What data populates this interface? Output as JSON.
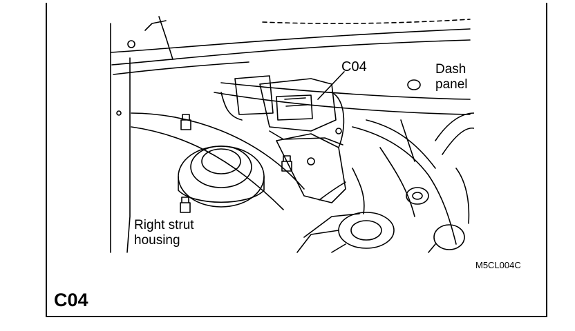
{
  "diagram": {
    "callouts": {
      "connector": "C04",
      "dash_panel_line1": "Dash",
      "dash_panel_line2": "panel",
      "strut_line1": "Right strut",
      "strut_line2": "housing"
    },
    "figure_code": "M5CL004C",
    "figure_id": "C04"
  },
  "colors": {
    "ink": "#000000",
    "paper": "#ffffff"
  }
}
